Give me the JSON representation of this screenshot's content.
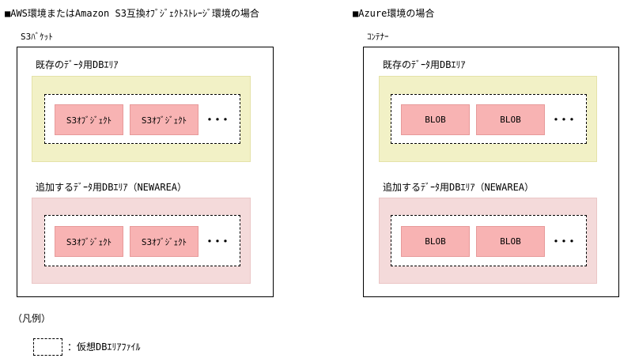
{
  "left": {
    "heading": "■AWS環境またはAmazon S3互換ｵﾌﾞｼﾞｪｸﾄｽﾄﾚｰｼﾞ環境の場合",
    "container_label": "S3ﾊﾞｹｯﾄ",
    "existing_area_label": "既存のﾃﾞｰﾀ用DBｴﾘｱ",
    "new_area_label": "追加するﾃﾞｰﾀ用DBｴﾘｱ（NEWAREA）",
    "object_label": "S3ｵﾌﾞｼﾞｪｸﾄ",
    "ellipsis": "･･･"
  },
  "right": {
    "heading": "■Azure環境の場合",
    "container_label": "ｺﾝﾃﾅｰ",
    "existing_area_label": "既存のﾃﾞｰﾀ用DBｴﾘｱ",
    "new_area_label": "追加するﾃﾞｰﾀ用DBｴﾘｱ（NEWAREA）",
    "object_label": "BLOB",
    "ellipsis": "･･･"
  },
  "legend": {
    "title": "（凡例）",
    "virtual_file_label": "：仮想DBｴﾘｱﾌｧｲﾙ"
  },
  "colors": {
    "existing_area": "#f2f1c6",
    "new_area": "#f4dada",
    "object": "#f8b3b3"
  }
}
